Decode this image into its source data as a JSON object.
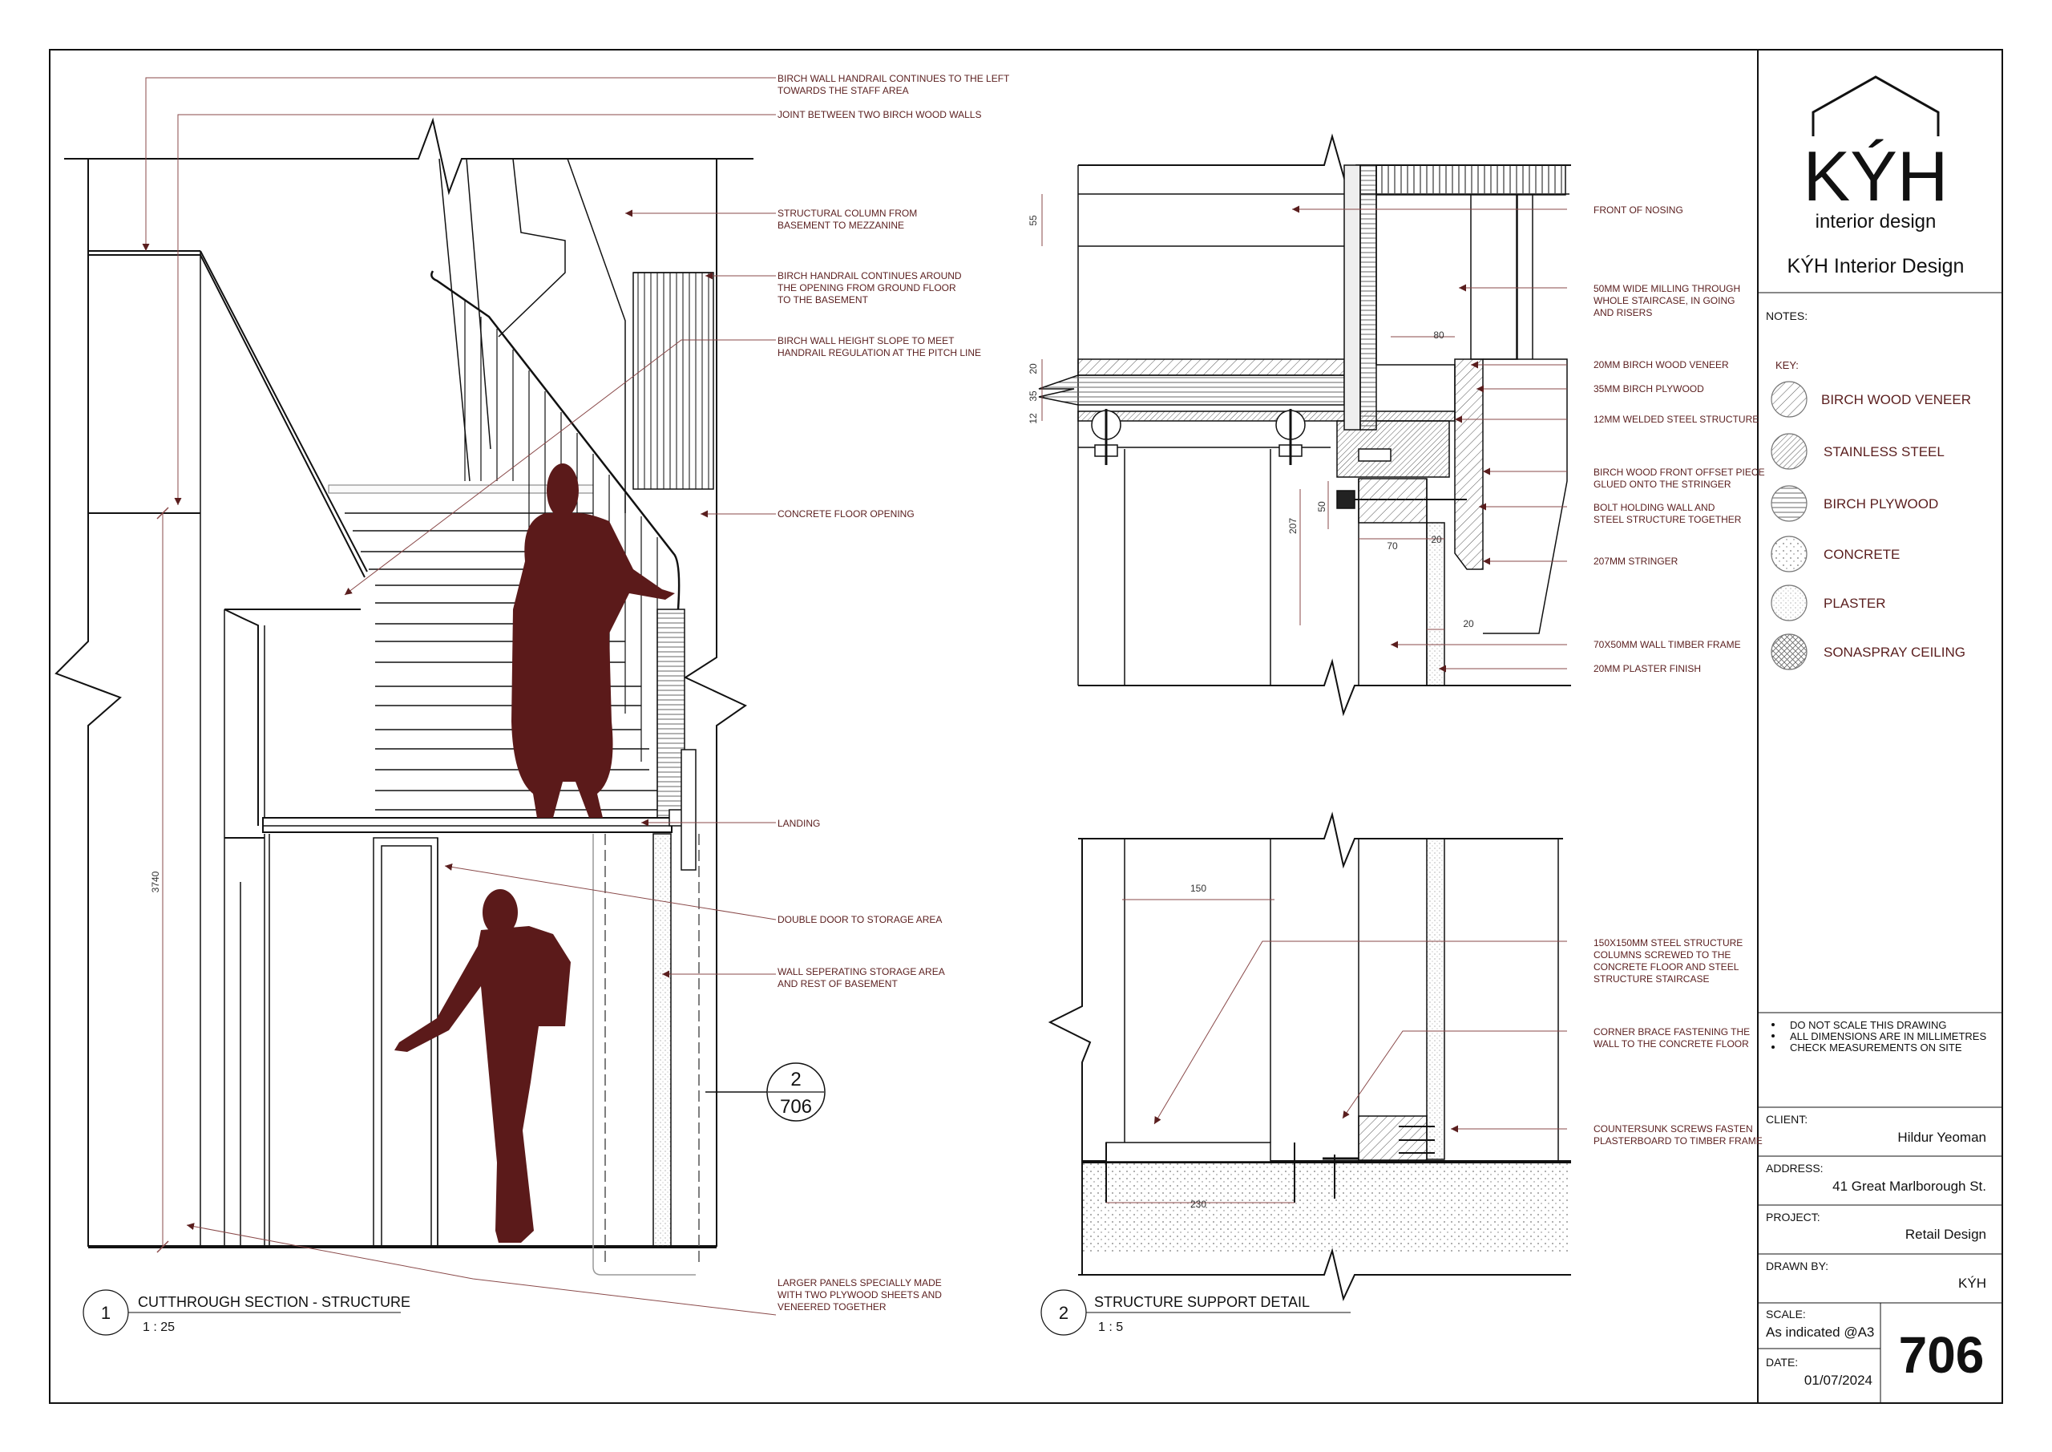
{
  "logo": {
    "mark": "KÝH",
    "sub": "interior design"
  },
  "firm_name": "KÝH Interior Design",
  "notes_label": "NOTES:",
  "key_label": "KEY:",
  "key_items": [
    {
      "label": "BIRCH WOOD VENEER",
      "pattern": "hatch"
    },
    {
      "label": "STAINLESS STEEL",
      "pattern": "hatch-dense"
    },
    {
      "label": "BIRCH PLYWOOD",
      "pattern": "lines"
    },
    {
      "label": "CONCRETE",
      "pattern": "dots"
    },
    {
      "label": "PLASTER",
      "pattern": "dots-fine"
    },
    {
      "label": "SONASPRAY CEILING",
      "pattern": "cross"
    }
  ],
  "notes": [
    "DO NOT SCALE THIS DRAWING",
    "ALL DIMENSIONS ARE IN MILLIMETRES",
    "CHECK MEASUREMENTS ON SITE"
  ],
  "client": {
    "label": "CLIENT:",
    "value": "Hildur Yeoman"
  },
  "address": {
    "label": "ADDRESS:",
    "value": "41 Great Marlborough St."
  },
  "project": {
    "label": "PROJECT:",
    "value": "Retail Design"
  },
  "drawn_by": {
    "label": "DRAWN BY:",
    "value": "KÝH"
  },
  "scale": {
    "label": "SCALE:",
    "value": "As indicated @A3"
  },
  "date": {
    "label": "DATE:",
    "value": "01/07/2024"
  },
  "sheet_number": "706",
  "drawing1": {
    "number": "1",
    "title": "CUTTHROUGH SECTION - STRUCTURE",
    "scale": "1 : 25",
    "dim_height": "3740",
    "ref_top": "2",
    "ref_bottom": "706",
    "annotations": [
      [
        "BIRCH WALL HANDRAIL CONTINUES TO THE LEFT",
        "TOWARDS THE STAFF AREA"
      ],
      [
        "JOINT BETWEEN TWO BIRCH WOOD WALLS"
      ],
      [
        "STRUCTURAL COLUMN FROM",
        "BASEMENT TO MEZZANINE"
      ],
      [
        "BIRCH HANDRAIL CONTINUES AROUND",
        "THE OPENING FROM GROUND FLOOR",
        "TO THE BASEMENT"
      ],
      [
        "BIRCH WALL HEIGHT SLOPE TO MEET",
        "HANDRAIL REGULATION AT THE PITCH LINE"
      ],
      [
        "CONCRETE FLOOR OPENING"
      ],
      [
        "LANDING"
      ],
      [
        "DOUBLE DOOR TO STORAGE AREA"
      ],
      [
        "WALL SEPERATING STORAGE AREA",
        "AND REST OF BASEMENT"
      ],
      [
        "LARGER PANELS SPECIALLY MADE",
        "WITH TWO PLYWOOD SHEETS AND",
        "VENEERED TOGETHER"
      ]
    ]
  },
  "drawing2": {
    "number": "2",
    "title": "STRUCTURE SUPPORT DETAIL",
    "scale": "1 : 5",
    "dims": {
      "d55": "55",
      "d20a": "20",
      "d35": "35",
      "d12": "12",
      "d80": "80",
      "d207": "207",
      "d50": "50",
      "d70": "70",
      "d20b": "20",
      "d20c": "20",
      "d150": "150",
      "d230": "230"
    },
    "annotations_top": [
      [
        "FRONT OF NOSING"
      ],
      [
        "50MM WIDE MILLING THROUGH",
        "WHOLE STAIRCASE, IN GOING",
        "AND RISERS"
      ],
      [
        "20MM BIRCH WOOD VENEER"
      ],
      [
        "35MM BIRCH PLYWOOD"
      ],
      [
        "12MM WELDED STEEL STRUCTURE"
      ],
      [
        "BIRCH WOOD FRONT OFFSET PIECE",
        "GLUED ONTO THE STRINGER"
      ],
      [
        " BOLT HOLDING WALL AND",
        "STEEL STRUCTURE TOGETHER"
      ],
      [
        "207MM STRINGER"
      ],
      [
        "70X50MM WALL TIMBER FRAME"
      ],
      [
        "20MM PLASTER FINISH"
      ]
    ],
    "annotations_bottom": [
      [
        "150X150MM STEEL STRUCTURE",
        "COLUMNS SCREWED TO THE",
        "CONCRETE FLOOR AND STEEL",
        "STRUCTURE STAIRCASE"
      ],
      [
        "CORNER BRACE FASTENING THE",
        "WALL TO THE CONCRETE FLOOR"
      ],
      [
        "COUNTERSUNK SCREWS FASTEN",
        "PLASTERBOARD TO TIMBER FRAME"
      ]
    ]
  },
  "colors": {
    "accent": "#5a1e1e",
    "figure": "#5b1a1a",
    "line": "#111111",
    "leader": "#8a4a4a"
  }
}
